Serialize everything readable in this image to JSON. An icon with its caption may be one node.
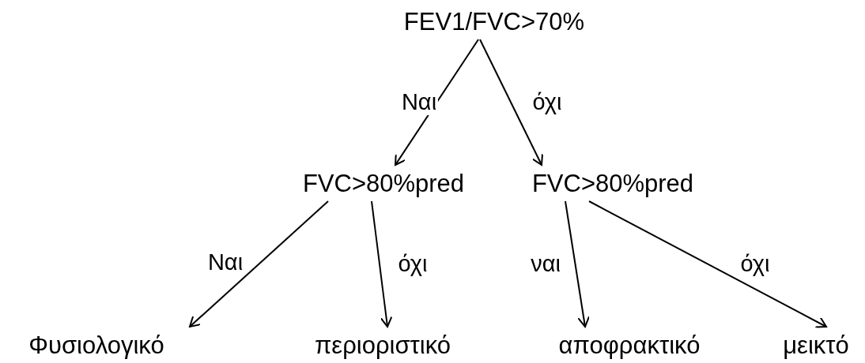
{
  "diagram": {
    "nodes": [
      {
        "text": [
          "FEV1/FVC>70%"
        ]
      },
      {
        "text": [
          "FVC>80%pred"
        ]
      },
      {
        "text": [
          "FVC>80%pred"
        ]
      },
      {
        "text": [
          "Φυσιολογικό"
        ]
      },
      {
        "text": [
          "περιοριστικό"
        ]
      },
      {
        "text": [
          "αποφρακτικό"
        ]
      },
      {
        "text": [
          "μεικτό"
        ]
      }
    ],
    "edges": [
      {
        "from": 0,
        "to": 1,
        "arrow": "to",
        "label": "Ναι"
      },
      {
        "from": 0,
        "to": 2,
        "arrow": "to",
        "label": "όχι"
      },
      {
        "from": 1,
        "to": 3,
        "arrow": "to",
        "label": "Ναι"
      },
      {
        "from": 1,
        "to": 4,
        "arrow": "to",
        "label": "όχι"
      },
      {
        "from": 2,
        "to": 5,
        "arrow": "to",
        "label": "ναι"
      },
      {
        "from": 2,
        "to": 6,
        "arrow": "to",
        "label": "όχι"
      }
    ]
  }
}
